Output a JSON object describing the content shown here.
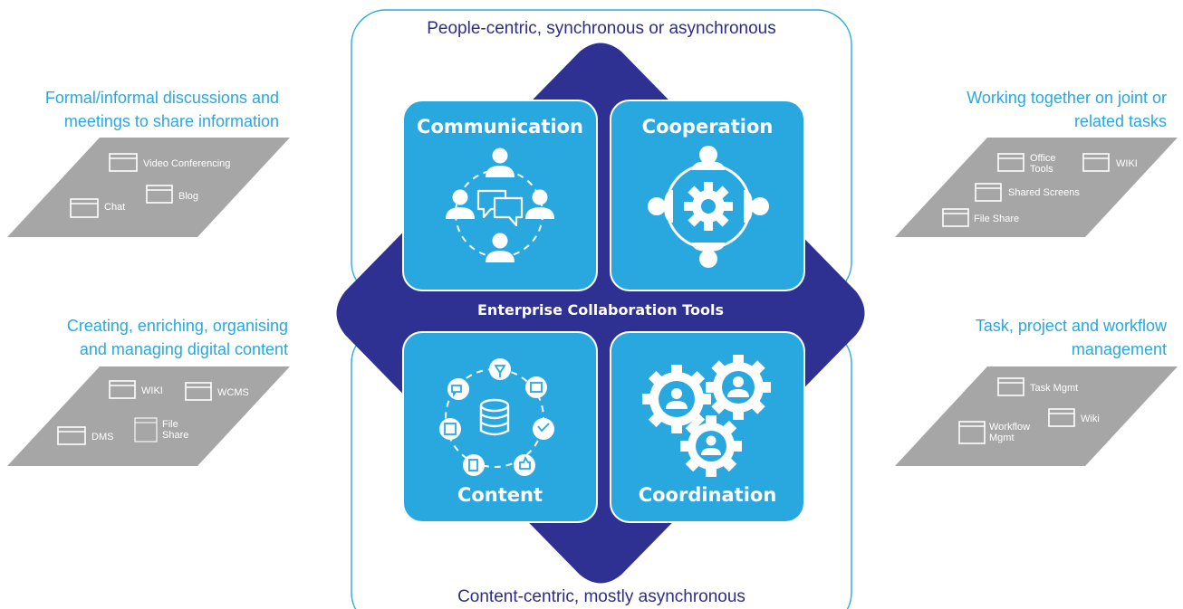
{
  "top_caption": "People-centric, synchronous or asynchronous",
  "bottom_caption": "Content-centric, mostly asynchronous",
  "center_label": "Enterprise Collaboration Tools",
  "tiles": {
    "communication": "Communication",
    "cooperation": "Cooperation",
    "content": "Content",
    "coordination": "Coordination"
  },
  "panels": {
    "communication": {
      "description": [
        "Formal/informal discussions and",
        "meetings to share information"
      ],
      "tools": [
        "Video Conferencing",
        "Blog",
        "Chat"
      ]
    },
    "cooperation": {
      "description": [
        "Working together on joint or",
        "related tasks"
      ],
      "tools": [
        "Office",
        "Tools",
        "WIKI",
        "Shared Screens",
        "File Share"
      ]
    },
    "content": {
      "description": [
        "Creating, enriching, organising",
        "and managing digital content"
      ],
      "tools": [
        "WIKI",
        "WCMS",
        "DMS",
        "File",
        "Share"
      ]
    },
    "coordination": {
      "description": [
        "Task, project and workflow",
        "management"
      ],
      "tools": [
        "Task Mgmt",
        "Wiki",
        "Workflow",
        "Mgmt"
      ]
    }
  },
  "colors": {
    "navy": "#2e3192",
    "tile_blue": "#29a8e0",
    "text_blue": "#29a8e0",
    "caption_navy": "#2d2d8a",
    "panel_grey": "#a6a6a6"
  }
}
